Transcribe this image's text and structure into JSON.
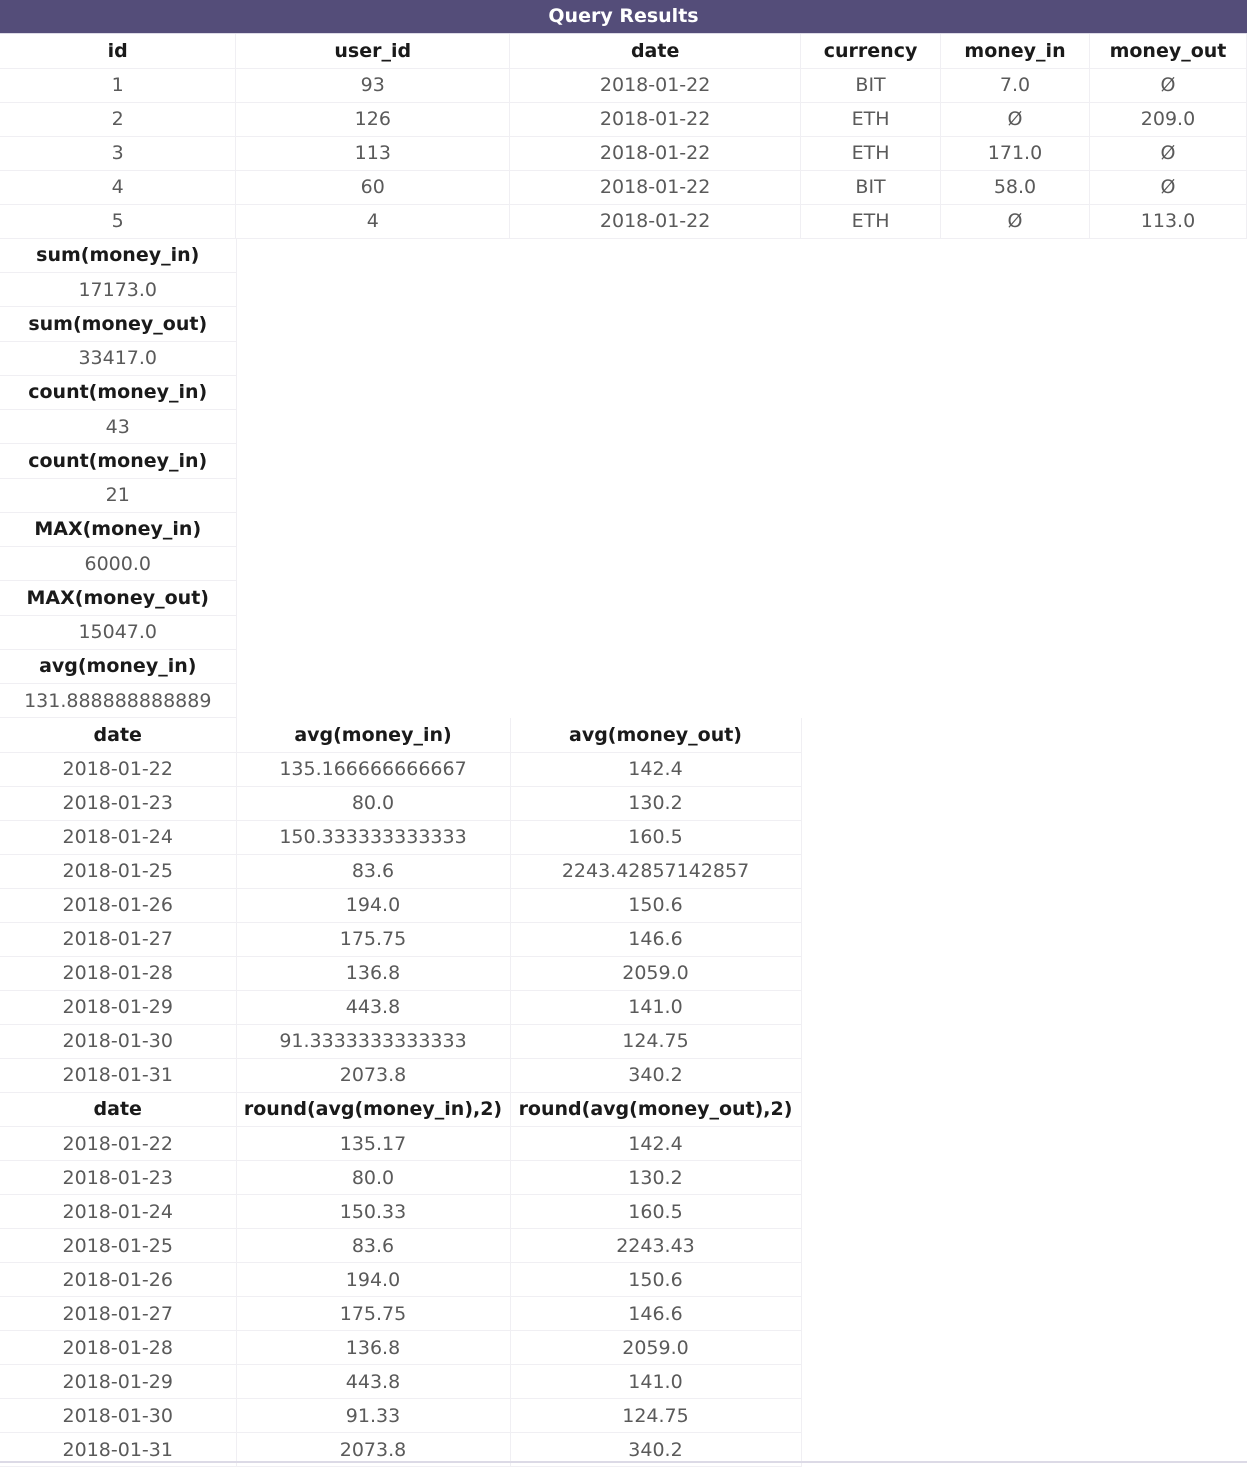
{
  "window": {
    "title": "Query Results"
  },
  "colors": {
    "title_bar_bg": "#544d79",
    "title_bar_text": "#ffffff",
    "header_text": "#1a1a1a",
    "cell_text": "#5a5a5a"
  },
  "results": [
    {
      "columns": [
        "id",
        "user_id",
        "date",
        "currency",
        "money_in",
        "money_out"
      ],
      "rows": [
        [
          "1",
          "93",
          "2018-01-22",
          "BIT",
          "7.0",
          "Ø"
        ],
        [
          "2",
          "126",
          "2018-01-22",
          "ETH",
          "Ø",
          "209.0"
        ],
        [
          "3",
          "113",
          "2018-01-22",
          "ETH",
          "171.0",
          "Ø"
        ],
        [
          "4",
          "60",
          "2018-01-22",
          "BIT",
          "58.0",
          "Ø"
        ],
        [
          "5",
          "4",
          "2018-01-22",
          "ETH",
          "Ø",
          "113.0"
        ]
      ]
    },
    {
      "columns": [
        "sum(money_in)"
      ],
      "rows": [
        [
          "17173.0"
        ]
      ]
    },
    {
      "columns": [
        "sum(money_out)"
      ],
      "rows": [
        [
          "33417.0"
        ]
      ]
    },
    {
      "columns": [
        "count(money_in)"
      ],
      "rows": [
        [
          "43"
        ]
      ]
    },
    {
      "columns": [
        "count(money_in)"
      ],
      "rows": [
        [
          "21"
        ]
      ]
    },
    {
      "columns": [
        "MAX(money_in)"
      ],
      "rows": [
        [
          "6000.0"
        ]
      ]
    },
    {
      "columns": [
        "MAX(money_out)"
      ],
      "rows": [
        [
          "15047.0"
        ]
      ]
    },
    {
      "columns": [
        "avg(money_in)"
      ],
      "rows": [
        [
          "131.888888888889"
        ]
      ]
    },
    {
      "columns": [
        "date",
        "avg(money_in)",
        "avg(money_out)"
      ],
      "rows": [
        [
          "2018-01-22",
          "135.166666666667",
          "142.4"
        ],
        [
          "2018-01-23",
          "80.0",
          "130.2"
        ],
        [
          "2018-01-24",
          "150.333333333333",
          "160.5"
        ],
        [
          "2018-01-25",
          "83.6",
          "2243.42857142857"
        ],
        [
          "2018-01-26",
          "194.0",
          "150.6"
        ],
        [
          "2018-01-27",
          "175.75",
          "146.6"
        ],
        [
          "2018-01-28",
          "136.8",
          "2059.0"
        ],
        [
          "2018-01-29",
          "443.8",
          "141.0"
        ],
        [
          "2018-01-30",
          "91.3333333333333",
          "124.75"
        ],
        [
          "2018-01-31",
          "2073.8",
          "340.2"
        ]
      ]
    },
    {
      "columns": [
        "date",
        "round(avg(money_in),2)",
        "round(avg(money_out),2)"
      ],
      "rows": [
        [
          "2018-01-22",
          "135.17",
          "142.4"
        ],
        [
          "2018-01-23",
          "80.0",
          "130.2"
        ],
        [
          "2018-01-24",
          "150.33",
          "160.5"
        ],
        [
          "2018-01-25",
          "83.6",
          "2243.43"
        ],
        [
          "2018-01-26",
          "194.0",
          "150.6"
        ],
        [
          "2018-01-27",
          "175.75",
          "146.6"
        ],
        [
          "2018-01-28",
          "136.8",
          "2059.0"
        ],
        [
          "2018-01-29",
          "443.8",
          "141.0"
        ],
        [
          "2018-01-30",
          "91.33",
          "124.75"
        ],
        [
          "2018-01-31",
          "2073.8",
          "340.2"
        ]
      ]
    }
  ]
}
